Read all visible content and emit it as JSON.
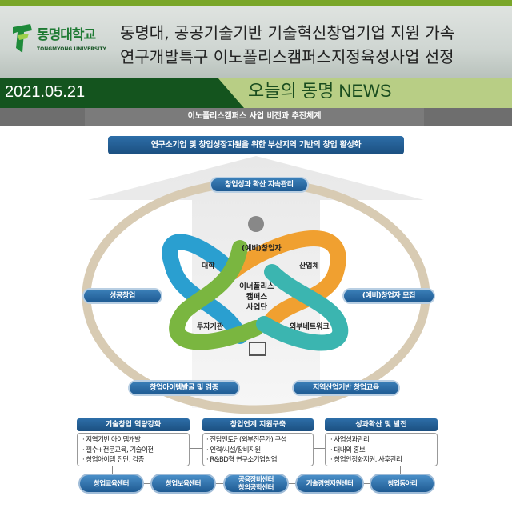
{
  "header": {
    "logo_ko": "동명대학교",
    "logo_en": "TONGMYONG UNIVERSITY",
    "title_line1": "동명대, 공공기술기반 기술혁신창업기업 지원 가속",
    "title_line2": "연구개발특구 이노폴리스캠퍼스지정육성사업 선정"
  },
  "datebar": {
    "date": "2021.05.21",
    "news": "오늘의 동명 NEWS"
  },
  "subtitle": "이노폴리스캠퍼스 사업 비전과 추진체계",
  "diagram": {
    "banner": "연구소기업 및 창업성장지원을 위한 부산지역 기반의 창업 활성화",
    "ring_pills": [
      "창업성과 확산 지속관리",
      "성공창업",
      "(예비)창업자 모집",
      "창업아이템발굴 및 검증",
      "지역산업기반 창업교육"
    ],
    "center": [
      "이너폴리스",
      "캠퍼스",
      "사업단"
    ],
    "nodes": {
      "top": "(예비)창업자",
      "left_top": "대학",
      "right_top": "산업체",
      "left_bottom": "투자기관",
      "right_bottom": "외부네트워크"
    },
    "colors": {
      "blue": "#2a9fd0",
      "orange": "#f0a030",
      "green": "#7ab640",
      "teal": "#3bb5b0"
    }
  },
  "boxes": [
    {
      "title": "기술창업 역량강화",
      "items": [
        "· 지역기반 아이템개발",
        "· 필수+전문교육, 기술이전",
        "· 창업아이템 진단, 검증"
      ]
    },
    {
      "title": "창업연계 지원구축",
      "items": [
        "· 전담멘토단(외부전문가) 구성",
        "· 인력/시설/장비지원",
        "· R&BD형 연구소기업창업"
      ]
    },
    {
      "title": "성과확산 및 발전",
      "items": [
        "· 사업성과관리",
        "· 대내외 홍보",
        "· 창업안정화지원, 사후관리"
      ]
    }
  ],
  "centers": [
    "창업교육센터",
    "창업보육센터",
    "공용장비센터",
    "창의공학센터",
    "기술경영지원센터",
    "창업동아리"
  ]
}
